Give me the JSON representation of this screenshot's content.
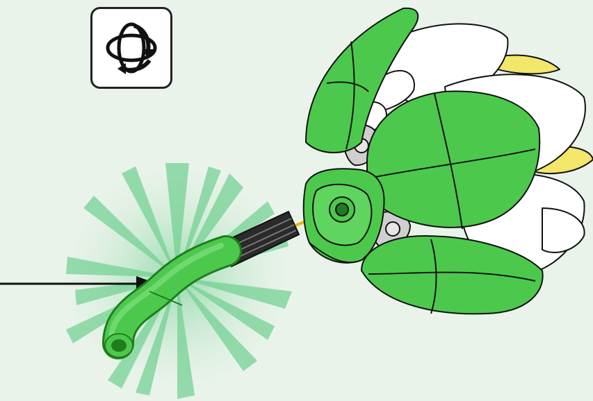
{
  "instruction_step": {
    "rotate_icon": "rotate-model-icon",
    "part_highlight_icon": "tube-burst-highlight",
    "part": "flexible-tube-with-axle",
    "assembly": "flower-bud-model",
    "colors": {
      "background": "#e9f3ea",
      "part_green": "#4cc94c",
      "part_green_dark": "#1f7d1f",
      "petal_white": "#ffffff",
      "petal_yellow": "#f2e66b",
      "axle_black": "#2a2a2a",
      "insert_arrow": "#f0b400",
      "callout_arrow": "#111111",
      "burst": "#6fd08f"
    }
  }
}
